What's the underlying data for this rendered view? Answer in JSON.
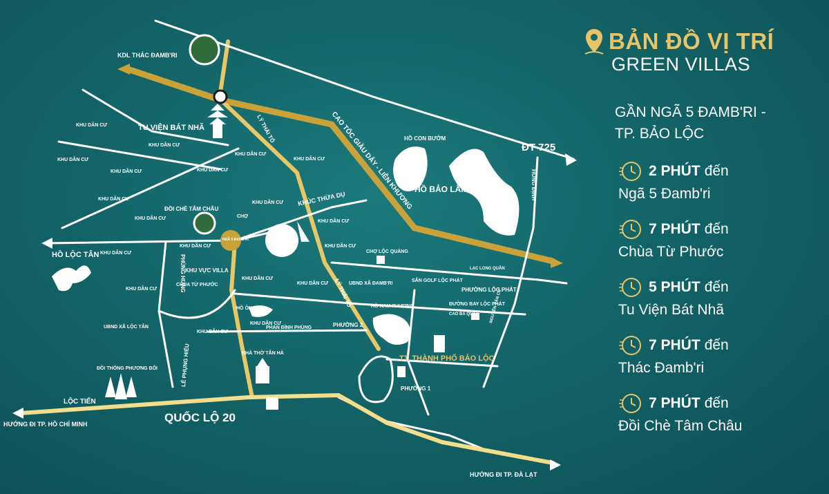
{
  "header": {
    "title": "BẢN ĐỒ VỊ TRÍ",
    "subtitle": "GREEN VILLAS",
    "location_line1": "GẦN NGÃ 5 ĐAMB'RI -",
    "location_line2": "TP. BẢO LỘC"
  },
  "travel_items": [
    {
      "minutes": "2 PHÚT",
      "word": "đến",
      "destination": "Ngã 5 Đamb'ri"
    },
    {
      "minutes": "7 PHÚT",
      "word": "đến",
      "destination": "Chùa Từ Phước"
    },
    {
      "minutes": "5 PHÚT",
      "word": "đến",
      "destination": "Tu Viện Bát Nhã"
    },
    {
      "minutes": "7 PHÚT",
      "word": "đến",
      "destination": "Thác Đamb'ri"
    },
    {
      "minutes": "7 PHÚT",
      "word": "đến",
      "destination": "Đồi Chè Tâm Châu"
    }
  ],
  "map_labels": {
    "thac_dambri": "KDL THÁC ĐAMB'RI",
    "tu_vien": "TU VIỆN BÁT NHÃ",
    "doi_che": "ĐỒI CHÈ TÂM CHÂU",
    "ho_loc_tan": "HỒ LỘC TÂN",
    "cao_toc": "CAO TỐC GIẦU DÂY - LIÊN KHƯƠNG",
    "dt725": "ĐT 725",
    "ho_con_buom": "HỒ CON BƯỚM",
    "ho_bao_lam": "HỒ BẢO LÂM",
    "khuc_thua_du": "KHÚC THỪA DỤ",
    "ly_thai_to_1": "LÝ THÁI TỔ",
    "ly_thai_to_2": "LÝ THÁI TỔ",
    "phung_hung": "PHÙNG HƯNG",
    "le_phung_hieu": "LÊ PHỤNG HIỂU",
    "khu_vuc_villa": "KHU VỰC VILLA",
    "chua_tu_phuoc": "CHÙA TỪ PHƯỚC",
    "ho_ong_du": "HỒ ÔNG DU",
    "ubnd_loc_tan": "UBND XÃ LỘC TÂN",
    "doi_thong": "ĐỒI THÔNG PHƯƠNG BỐI",
    "loc_tien": "LỘC TIẾN",
    "huong_hcm": "HƯỚNG ĐI TP. HỒ CHÍ MINH",
    "quoc_lo_20": "QUỐC LỘ 20",
    "huong_dalat": "HƯỚNG ĐI TP. ĐÀ LẠT",
    "nha_tho": "NHÀ THỜ TÂN HÀ",
    "phan_dinh_phung": "PHAN ĐÌNH PHÙNG",
    "phuong_2": "PHƯỜNG 2",
    "phuong_1": "PHƯỜNG 1",
    "tp_bao_loc": "TT. THÀNH PHỐ BẢO LỘC",
    "ho_nam_phuong": "HỒ NAM PHƯƠNG",
    "ubnd_dambri": "UBND XÃ ĐAMB'RI",
    "cho_loc_quang": "CHỢ LỘC QUẢNG",
    "san_golf": "SÂN GOLF LỘC PHÁT",
    "phuong_loc_phat": "PHƯỜNG LỘC PHÁT",
    "duong_bay": "ĐƯỜNG BAY LỘC PHÁT",
    "hung_dinh": "HÙNG ĐỊNH",
    "cho": "CHỢ",
    "nga5": "NGÃ 5 ĐAMB'RI",
    "khu_dan_cu": "KHU DÂN CƯ",
    "cao_ba_quat": "CAO BÁ QUÁT",
    "lac_long_quan": "LẠC LONG QUÂN",
    "nguyen_van_cu": "NGUYỄN VĂN CỪ"
  },
  "colors": {
    "accent_gold": "#e7c468",
    "road_gold": "#c9a23a",
    "background": "#136467"
  }
}
